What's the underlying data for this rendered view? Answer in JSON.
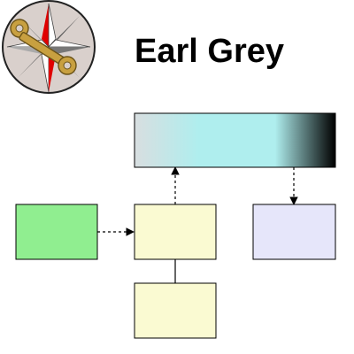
{
  "title": "Earl Grey",
  "icons": {
    "logo": "compass-star-key-icon"
  },
  "colors": {
    "green_box": "#90EE90",
    "yellow_box": "#FAFAD2",
    "lavender_box": "#E6E6FA",
    "gradient_start": "#D8DEE0",
    "gradient_mid": "#AFEEEE",
    "gradient_end": "#000000",
    "logo_red": "#E00000",
    "logo_gray": "#808080",
    "logo_key": "#C8A040"
  },
  "diagram": {
    "nodes": [
      {
        "id": "gradient-box",
        "label": ""
      },
      {
        "id": "green-box",
        "label": ""
      },
      {
        "id": "yellow-box-top",
        "label": ""
      },
      {
        "id": "lavender-box",
        "label": ""
      },
      {
        "id": "yellow-box-bottom",
        "label": ""
      }
    ],
    "edges": [
      {
        "from": "green-box",
        "to": "yellow-box-top",
        "style": "dotted",
        "arrow": true
      },
      {
        "from": "yellow-box-top",
        "to": "gradient-box",
        "style": "dotted",
        "arrow": true
      },
      {
        "from": "gradient-box",
        "to": "lavender-box",
        "style": "dotted",
        "arrow": true
      },
      {
        "from": "yellow-box-top",
        "to": "yellow-box-bottom",
        "style": "solid",
        "arrow": false
      }
    ]
  }
}
